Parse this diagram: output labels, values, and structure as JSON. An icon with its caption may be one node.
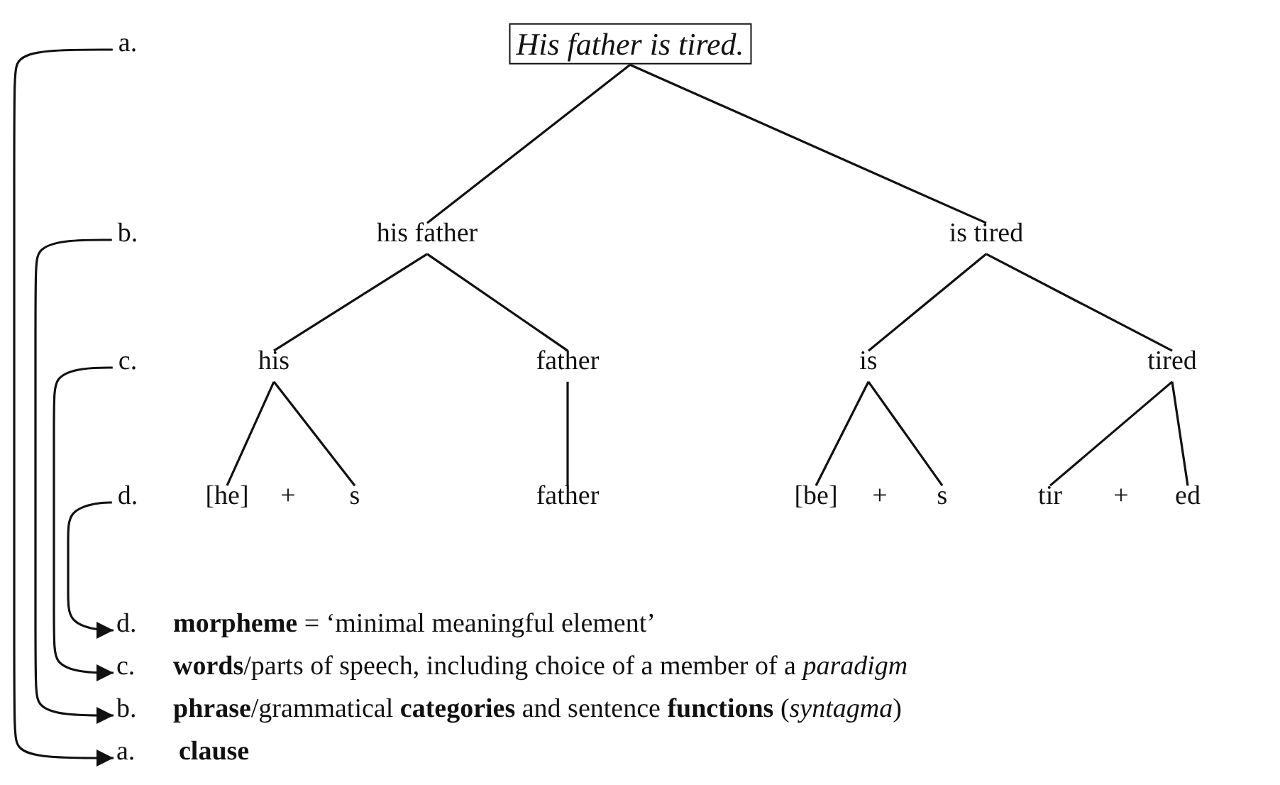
{
  "diagram": {
    "nodes": [
      {
        "text": [
          "His father is tired."
        ]
      },
      {
        "text": [
          "his father"
        ]
      },
      {
        "text": [
          "is tired"
        ]
      },
      {
        "text": [
          "his"
        ]
      },
      {
        "text": [
          "father"
        ]
      },
      {
        "text": [
          "is"
        ]
      },
      {
        "text": [
          "tired"
        ]
      },
      {
        "text": [
          "[he]"
        ]
      },
      {
        "text": [
          "s"
        ]
      },
      {
        "text": [
          "father"
        ]
      },
      {
        "text": [
          "[be]"
        ]
      },
      {
        "text": [
          "s"
        ]
      },
      {
        "text": [
          "tir"
        ]
      },
      {
        "text": [
          "ed"
        ]
      },
      {
        "text": [
          "a."
        ]
      },
      {
        "text": [
          "b."
        ]
      },
      {
        "text": [
          "c."
        ]
      },
      {
        "text": [
          "d."
        ]
      },
      {
        "text": [
          "d.",
          "**morpheme** = ‘minimal meaningful element’"
        ]
      },
      {
        "text": [
          "c.",
          "**words**/parts of speech, including choice of a member of a *paradigm*"
        ]
      },
      {
        "text": [
          "b.",
          "**phrase**/grammatical **categories** and sentence **functions** (*syntagma*)"
        ]
      },
      {
        "text": [
          "a.",
          "clause"
        ]
      }
    ],
    "edges": [
      {
        "from": 0,
        "to": 1,
        "arrow": "none"
      },
      {
        "from": 0,
        "to": 2,
        "arrow": "none"
      },
      {
        "from": 1,
        "to": 3,
        "arrow": "none"
      },
      {
        "from": 1,
        "to": 4,
        "arrow": "none"
      },
      {
        "from": 2,
        "to": 5,
        "arrow": "none"
      },
      {
        "from": 2,
        "to": 6,
        "arrow": "none"
      },
      {
        "from": 3,
        "to": 7,
        "arrow": "none"
      },
      {
        "from": 3,
        "to": 8,
        "arrow": "none"
      },
      {
        "from": 4,
        "to": 9,
        "arrow": "none"
      },
      {
        "from": 5,
        "to": 10,
        "arrow": "none"
      },
      {
        "from": 5,
        "to": 11,
        "arrow": "none"
      },
      {
        "from": 6,
        "to": 12,
        "arrow": "none"
      },
      {
        "from": 6,
        "to": 13,
        "arrow": "none"
      },
      {
        "from": 14,
        "to": 21,
        "arrow": "to"
      },
      {
        "from": 15,
        "to": 20,
        "arrow": "to"
      },
      {
        "from": 16,
        "to": 19,
        "arrow": "to"
      },
      {
        "from": 17,
        "to": 18,
        "arrow": "to"
      }
    ],
    "labels": [
      "+",
      "+",
      "+"
    ]
  }
}
